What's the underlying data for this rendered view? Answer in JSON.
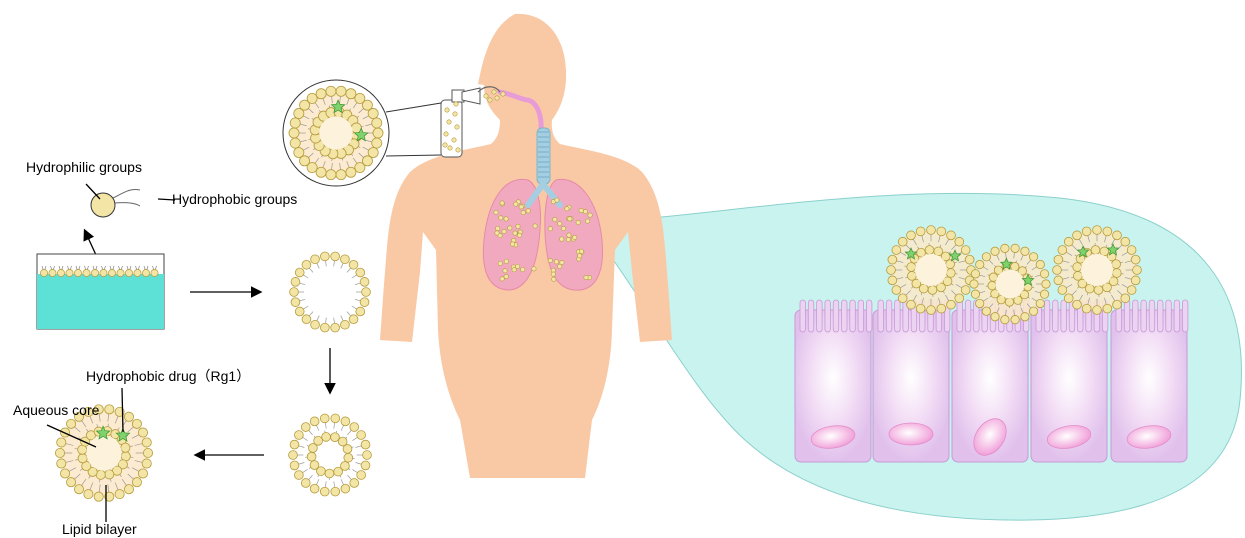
{
  "labels": {
    "hydrophilic_groups": "Hydrophilic groups",
    "hydrophobic_groups": "Hydrophobic groups",
    "hydrophobic_drug": "Hydrophobic drug（Rg1）",
    "aqueous_core": "Aqueous core",
    "lipid_bilayer": "Lipid bilayer"
  },
  "colors": {
    "body_skin": "#f9c9a6",
    "lipid_head": "#f3e5a6",
    "lipid_head_stroke": "#b59a3a",
    "aqueous_core": "#fbe7c8",
    "drug_star": "#7ed36c",
    "water": "#5de0d6",
    "trachea": "#a4cfe3",
    "lung": "#f1a9c0",
    "zoom_bubble": "#c9f3ef",
    "epithelial_cell": "#e6c7ef",
    "nucleus": "#f3a8de",
    "arrow": "#000000"
  },
  "icons": {
    "inhaler": "inhaler-icon",
    "human": "human-silhouette-icon",
    "liposome": "liposome-icon",
    "lipid_molecule": "lipid-molecule-icon",
    "water_container": "water-container-icon",
    "star": "drug-star-icon"
  }
}
